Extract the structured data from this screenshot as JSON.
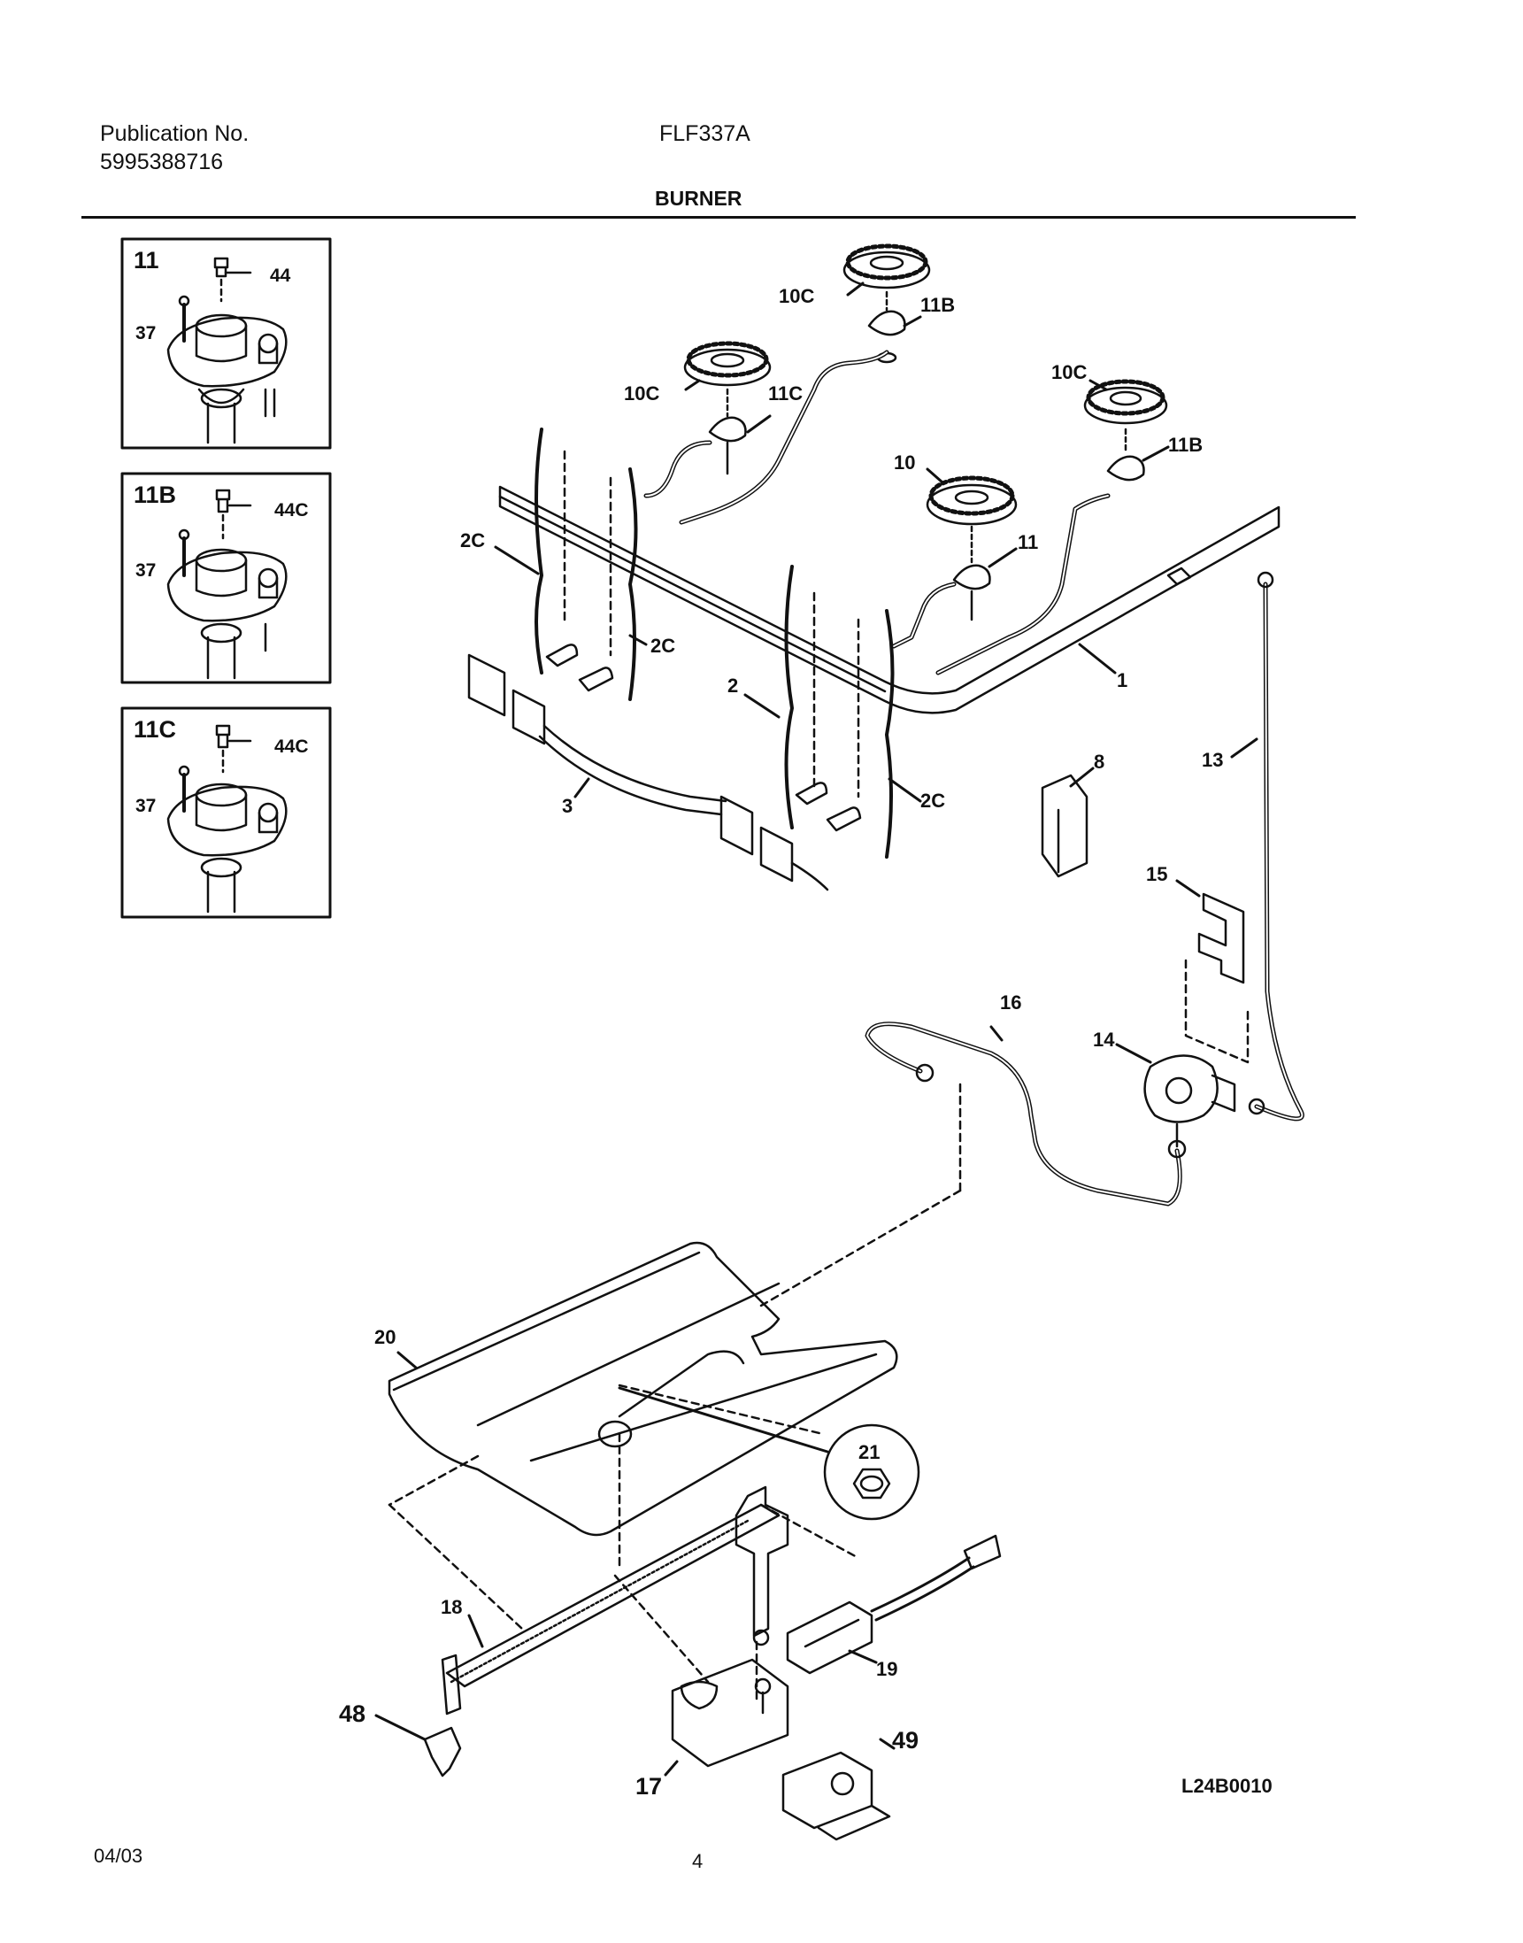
{
  "header": {
    "publication_label": "Publication No.",
    "publication_number": "5995388716",
    "model": "FLF337A",
    "section_title": "BURNER"
  },
  "insets": [
    {
      "title": "11",
      "label_a": "44",
      "label_b": "37"
    },
    {
      "title": "11B",
      "label_a": "44C",
      "label_b": "37"
    },
    {
      "title": "11C",
      "label_a": "44C",
      "label_b": "37"
    }
  ],
  "callouts": {
    "c10C_a": "10C",
    "c11B_a": "11B",
    "c10C_b": "10C",
    "c11C": "11C",
    "c10C_c": "10C",
    "c11B_b": "11B",
    "c10": "10",
    "c11": "11",
    "c2C_a": "2C",
    "c2C_b": "2C",
    "c2": "2",
    "c2C_c": "2C",
    "c1": "1",
    "c3": "3",
    "c8": "8",
    "c13": "13",
    "c15": "15",
    "c16": "16",
    "c14": "14",
    "c20": "20",
    "c21": "21",
    "c18": "18",
    "c19": "19",
    "c48": "48",
    "c17": "17",
    "c49": "49"
  },
  "drawing_code": "L24B0010",
  "footer": {
    "date": "04/03",
    "page": "4"
  }
}
